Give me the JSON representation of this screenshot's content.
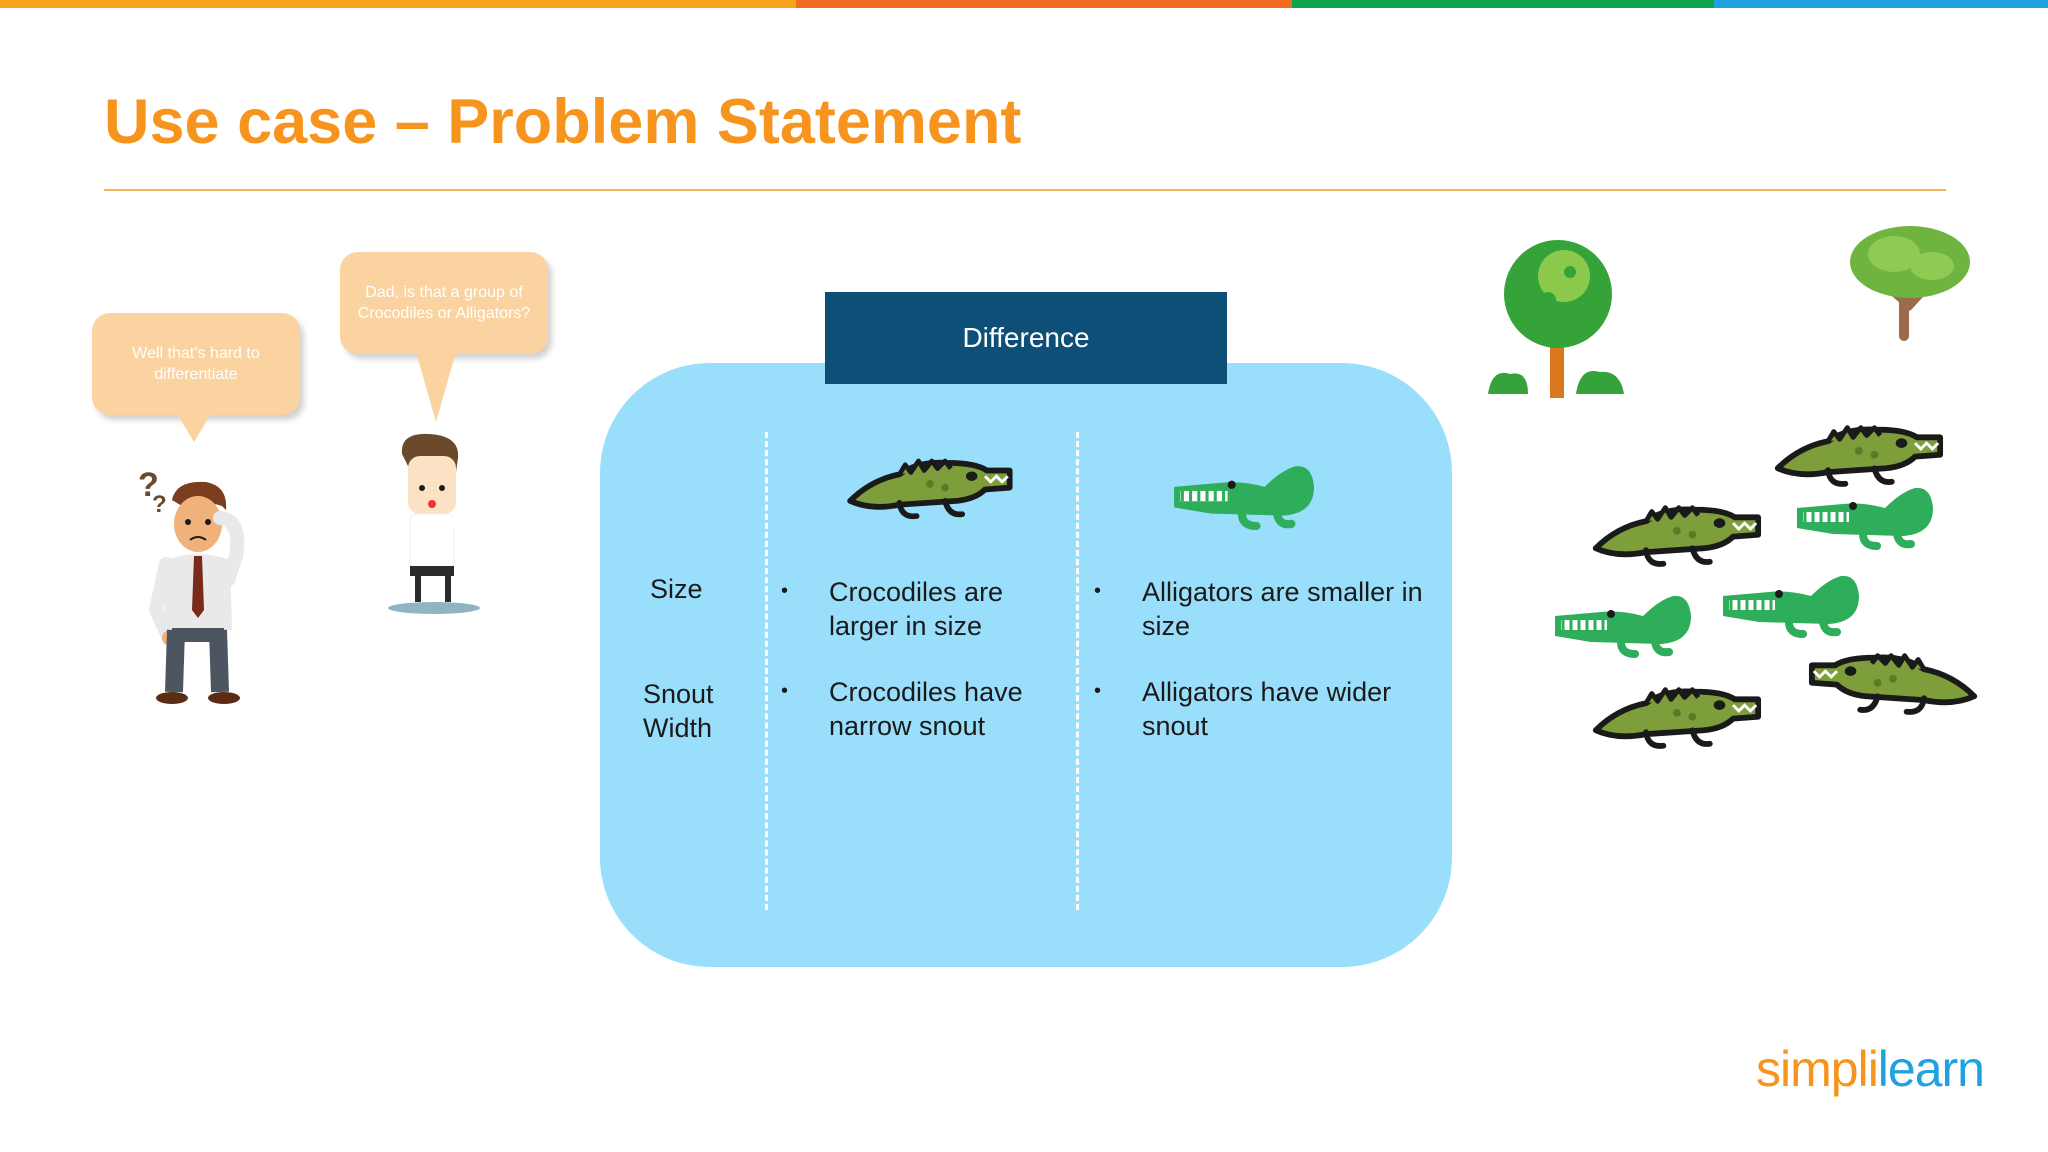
{
  "slide": {
    "title": "Use case – Problem Statement",
    "top_bar_colors": [
      "#F7A21B",
      "#F26B21",
      "#0DA54B",
      "#1FA2DD"
    ]
  },
  "bubbles": {
    "father": "Well that’s hard to differentiate",
    "child": "Dad, is that a group of Crocodiles or Alligators?"
  },
  "table": {
    "header": "Difference",
    "rows": [
      {
        "label": "Size",
        "crocodile": "Crocodiles are larger in size",
        "alligator": "Alligators are smaller in size"
      },
      {
        "label": "Snout Width",
        "crocodile": "Crocodiles have narrow snout",
        "alligator": "Alligators have wider snout"
      }
    ],
    "bullet": "•"
  },
  "logo": {
    "part1": "simpl",
    "part2": "i",
    "part3": "learn",
    "color_orange": "#F7941D",
    "color_blue": "#1FA2DD"
  },
  "icons": [
    "confused-man-icon",
    "boy-icon",
    "crocodile-icon",
    "alligator-icon",
    "tree-icon"
  ]
}
